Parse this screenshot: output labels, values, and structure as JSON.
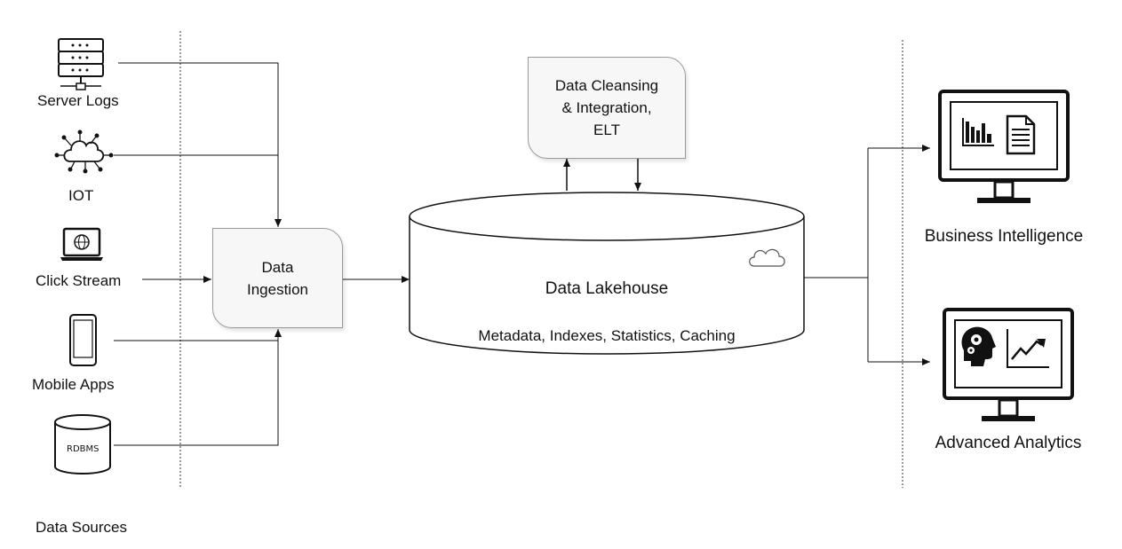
{
  "sources": {
    "items": [
      {
        "label": "Server Logs",
        "icon": "server-icon"
      },
      {
        "label": "IOT",
        "icon": "iot-cloud-icon"
      },
      {
        "label": "Click Stream",
        "icon": "laptop-globe-icon"
      },
      {
        "label": "Mobile Apps",
        "icon": "mobile-phone-icon"
      },
      {
        "label": "RDBMS",
        "icon": "database-icon"
      }
    ],
    "section_label": "Data Sources"
  },
  "ingestion": {
    "line1": "Data",
    "line2": "Ingestion"
  },
  "cleansing": {
    "line1": "Data Cleansing",
    "line2": "& Integration,",
    "line3": "ELT"
  },
  "lakehouse": {
    "title": "Data Lakehouse",
    "features": "Metadata, Indexes, Statistics,  Caching",
    "icon": "cloud-icon"
  },
  "consumers": [
    {
      "label": "Business Intelligence",
      "icon": "monitor-bar-chart-document-icon"
    },
    {
      "label": "Advanced Analytics",
      "icon": "monitor-head-gears-trend-icon"
    }
  ]
}
